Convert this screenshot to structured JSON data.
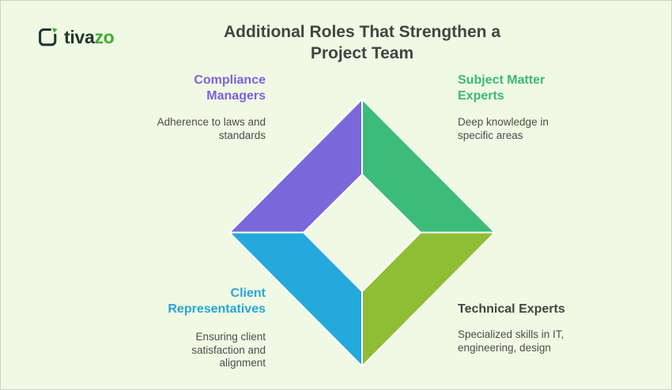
{
  "window": {
    "background": "#EFF9E4",
    "gap_color": "#FFFFFF"
  },
  "logo": {
    "brand_prefix": "tiva",
    "brand_suffix": "zo",
    "prefix_color": "#20392B",
    "suffix_color": "#3FAF2C"
  },
  "header": {
    "title": "Additional Roles That Strengthen a\nProject Team",
    "color": "#3F4742"
  },
  "roles": [
    {
      "id": "compliance-managers",
      "position": "top-left",
      "label": "Compliance\nManagers",
      "description": "Adherence to laws and\nstandards",
      "label_color": "#7D5FE0",
      "segment_color": "#7A68DB"
    },
    {
      "id": "subject-matter-experts",
      "position": "top-right",
      "label": "Subject Matter\nExperts",
      "description": "Deep knowledge in\nspecific areas",
      "label_color": "#3CB878",
      "segment_color": "#3DBC79"
    },
    {
      "id": "client-representatives",
      "position": "bottom-left",
      "label": "Client\nRepresentatives",
      "description": "Ensuring client\nsatisfaction and\nalignment",
      "label_color": "#29A5DC",
      "segment_color": "#25A9DC"
    },
    {
      "id": "technical-experts",
      "position": "bottom-right",
      "label": "Technical Experts",
      "description": "Specialized skills in IT,\nengineering, design",
      "label_color": "#3F4742",
      "segment_color": "#8EBE33"
    }
  ]
}
